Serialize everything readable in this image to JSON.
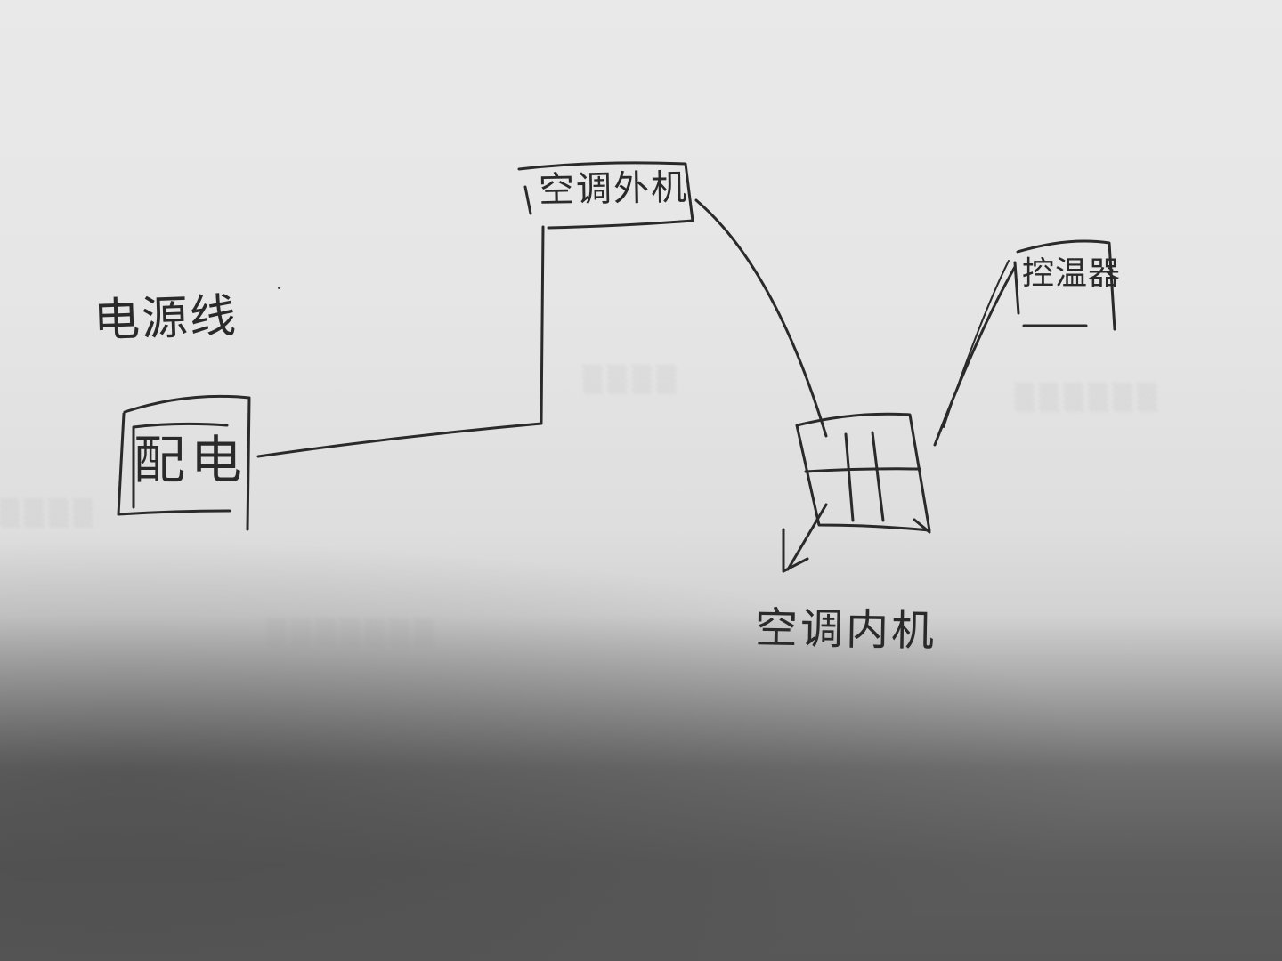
{
  "labels": {
    "distribution_box_heading": "电源线",
    "distribution_box": "配电",
    "outdoor_unit": "空调外机",
    "controller": "控温器",
    "indoor_unit": "空调内机"
  },
  "colors": {
    "paper": "#e7e7e7",
    "ink": "#2a2a2a",
    "shadow": "#5a5a5a"
  }
}
